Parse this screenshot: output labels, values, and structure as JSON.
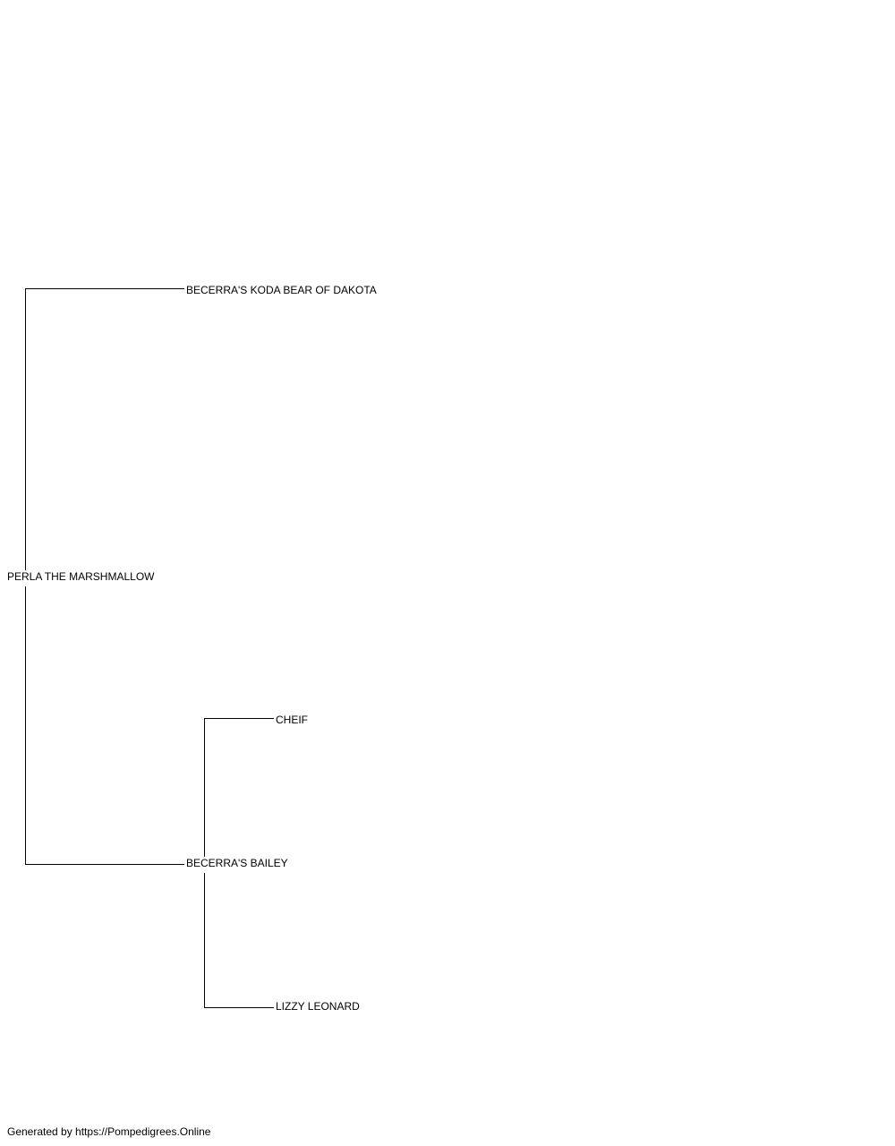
{
  "pedigree": {
    "subject": "PERLA THE MARSHMALLOW",
    "sire": "BECERRA'S KODA BEAR OF DAKOTA",
    "dam": "BECERRA'S BAILEY",
    "dam_sire": "CHEIF",
    "dam_dam": "LIZZY LEONARD"
  },
  "footer": {
    "generated_by": "Generated by https://Pompedigrees.Online"
  },
  "colors": {
    "line": "#000000",
    "text": "#000000",
    "background": "#ffffff"
  }
}
